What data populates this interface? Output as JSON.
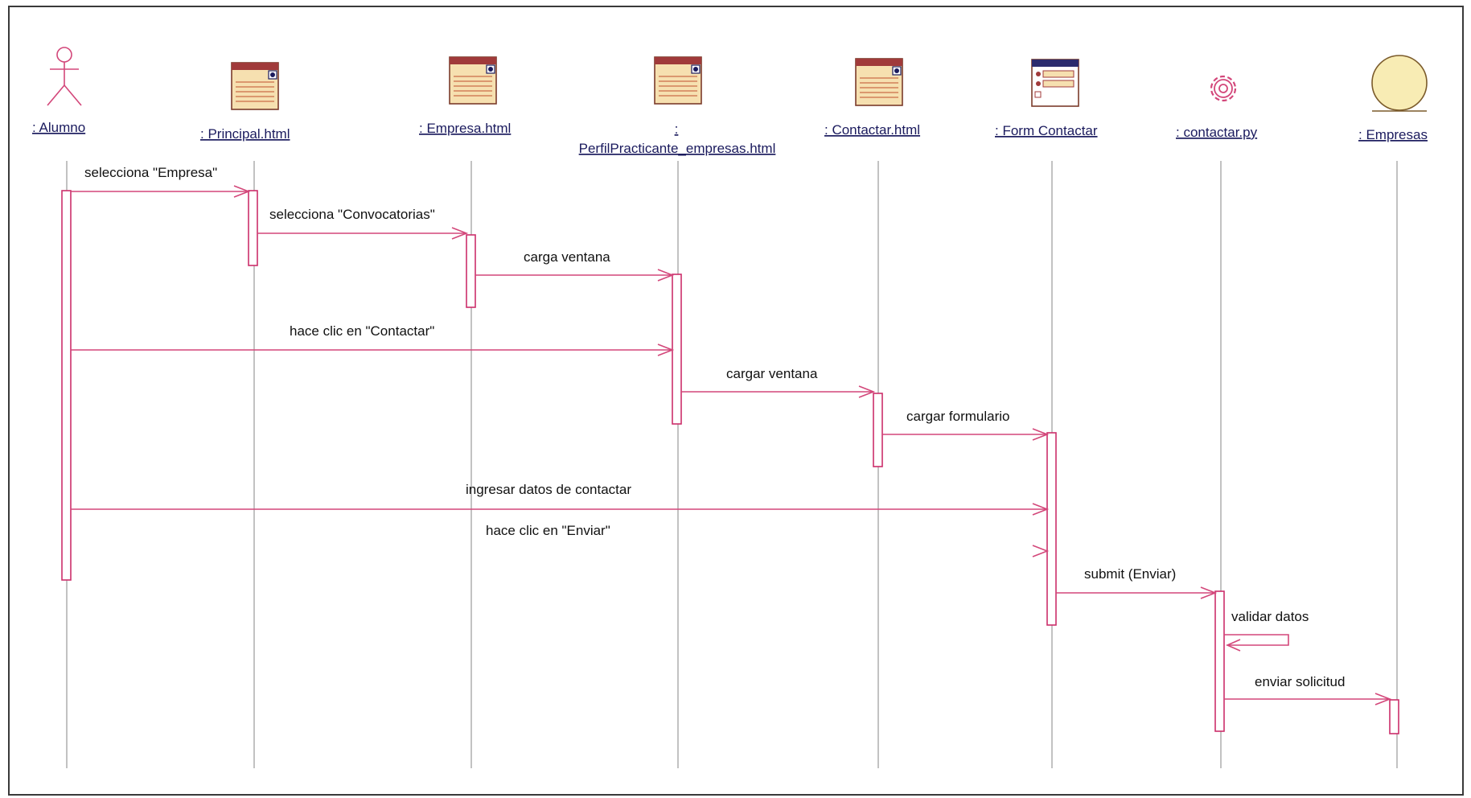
{
  "objects": [
    {
      "id": "alumno",
      "label": ": Alumno",
      "kind": "actor",
      "icon": "actor-icon"
    },
    {
      "id": "principal",
      "label": ": Principal.html",
      "kind": "page",
      "icon": "web-page-icon"
    },
    {
      "id": "empresa",
      "label": ": Empresa.html",
      "kind": "page",
      "icon": "web-page-icon"
    },
    {
      "id": "perfil",
      "label": ":",
      "label2": "PerfilPracticante_empresas.html",
      "kind": "page",
      "icon": "web-page-icon"
    },
    {
      "id": "contactar",
      "label": ": Contactar.html",
      "kind": "page",
      "icon": "web-page-icon"
    },
    {
      "id": "form",
      "label": ": Form Contactar",
      "kind": "form",
      "icon": "form-icon"
    },
    {
      "id": "py",
      "label": ": contactar.py",
      "kind": "control",
      "icon": "gear-icon"
    },
    {
      "id": "empresas",
      "label": ": Empresas",
      "kind": "entity",
      "icon": "entity-icon"
    }
  ],
  "messages": [
    {
      "id": "m1",
      "from": "alumno",
      "to": "principal",
      "label": "selecciona \"Empresa\""
    },
    {
      "id": "m2",
      "from": "principal",
      "to": "empresa",
      "label": "selecciona \"Convocatorias\""
    },
    {
      "id": "m3",
      "from": "empresa",
      "to": "perfil",
      "label": "carga ventana"
    },
    {
      "id": "m4",
      "from": "alumno",
      "to": "perfil",
      "label": "hace clic en \"Contactar\""
    },
    {
      "id": "m5",
      "from": "perfil",
      "to": "contactar",
      "label": "cargar ventana"
    },
    {
      "id": "m6",
      "from": "contactar",
      "to": "form",
      "label": "cargar formulario"
    },
    {
      "id": "m7",
      "from": "alumno",
      "to": "form",
      "label": "ingresar datos de contactar"
    },
    {
      "id": "m8",
      "from": "alumno",
      "to": "form",
      "label": "hace clic en \"Enviar\"",
      "partial": true
    },
    {
      "id": "m9",
      "from": "form",
      "to": "py",
      "label": "submit (Enviar)"
    },
    {
      "id": "m10",
      "from": "py",
      "to": "py",
      "label": "validar datos",
      "self": true
    },
    {
      "id": "m11",
      "from": "py",
      "to": "empresas",
      "label": "enviar solicitud"
    }
  ],
  "colors": {
    "message": "#d3477a",
    "activation": "#cc2f6b",
    "label": "#1b1b5e",
    "frame": "#3a3a3a",
    "entity_fill": "#f8ecb4"
  }
}
